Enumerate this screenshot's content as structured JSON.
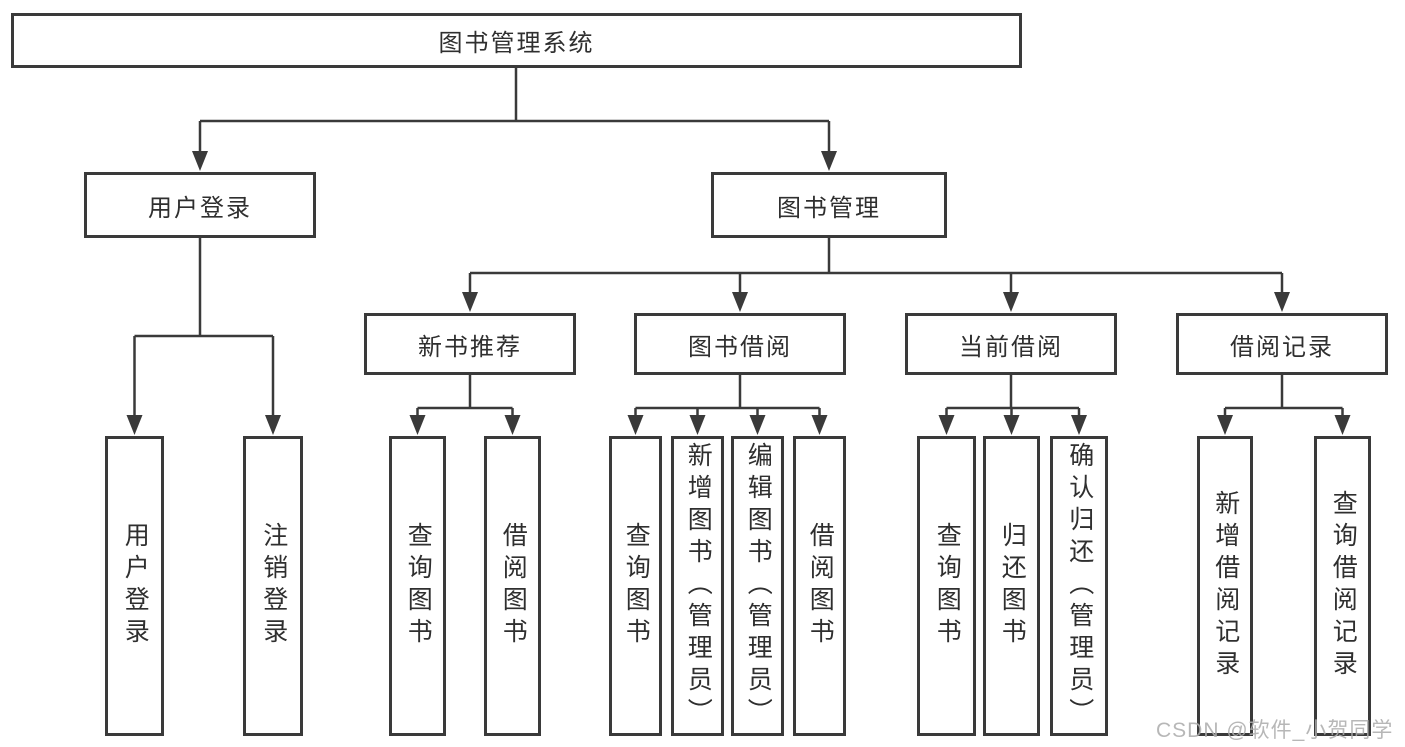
{
  "tree": {
    "root_label": "图书管理系统",
    "user_login": {
      "label": "用户登录",
      "children": [
        "用户登录",
        "注销登录"
      ]
    },
    "book_mgmt": {
      "label": "图书管理",
      "new_books": {
        "label": "新书推荐",
        "children": [
          "查询图书",
          "借阅图书"
        ]
      },
      "book_borrow": {
        "label": "图书借阅",
        "children": [
          "查询图书",
          "新增图书（管理员）",
          "编辑图书（管理员）",
          "借阅图书"
        ]
      },
      "current_borrow": {
        "label": "当前借阅",
        "children": [
          "查询图书",
          "归还图书",
          "确认归还（管理员）"
        ]
      },
      "borrow_records": {
        "label": "借阅记录",
        "children": [
          "新增借阅记录",
          "查询借阅记录"
        ]
      }
    }
  },
  "watermark": {
    "text": "CSDN @软件_小贺同学"
  },
  "colors": {
    "line": "#3a3a3a",
    "text": "#2f2f2f",
    "watermark": "#aeaeae"
  }
}
